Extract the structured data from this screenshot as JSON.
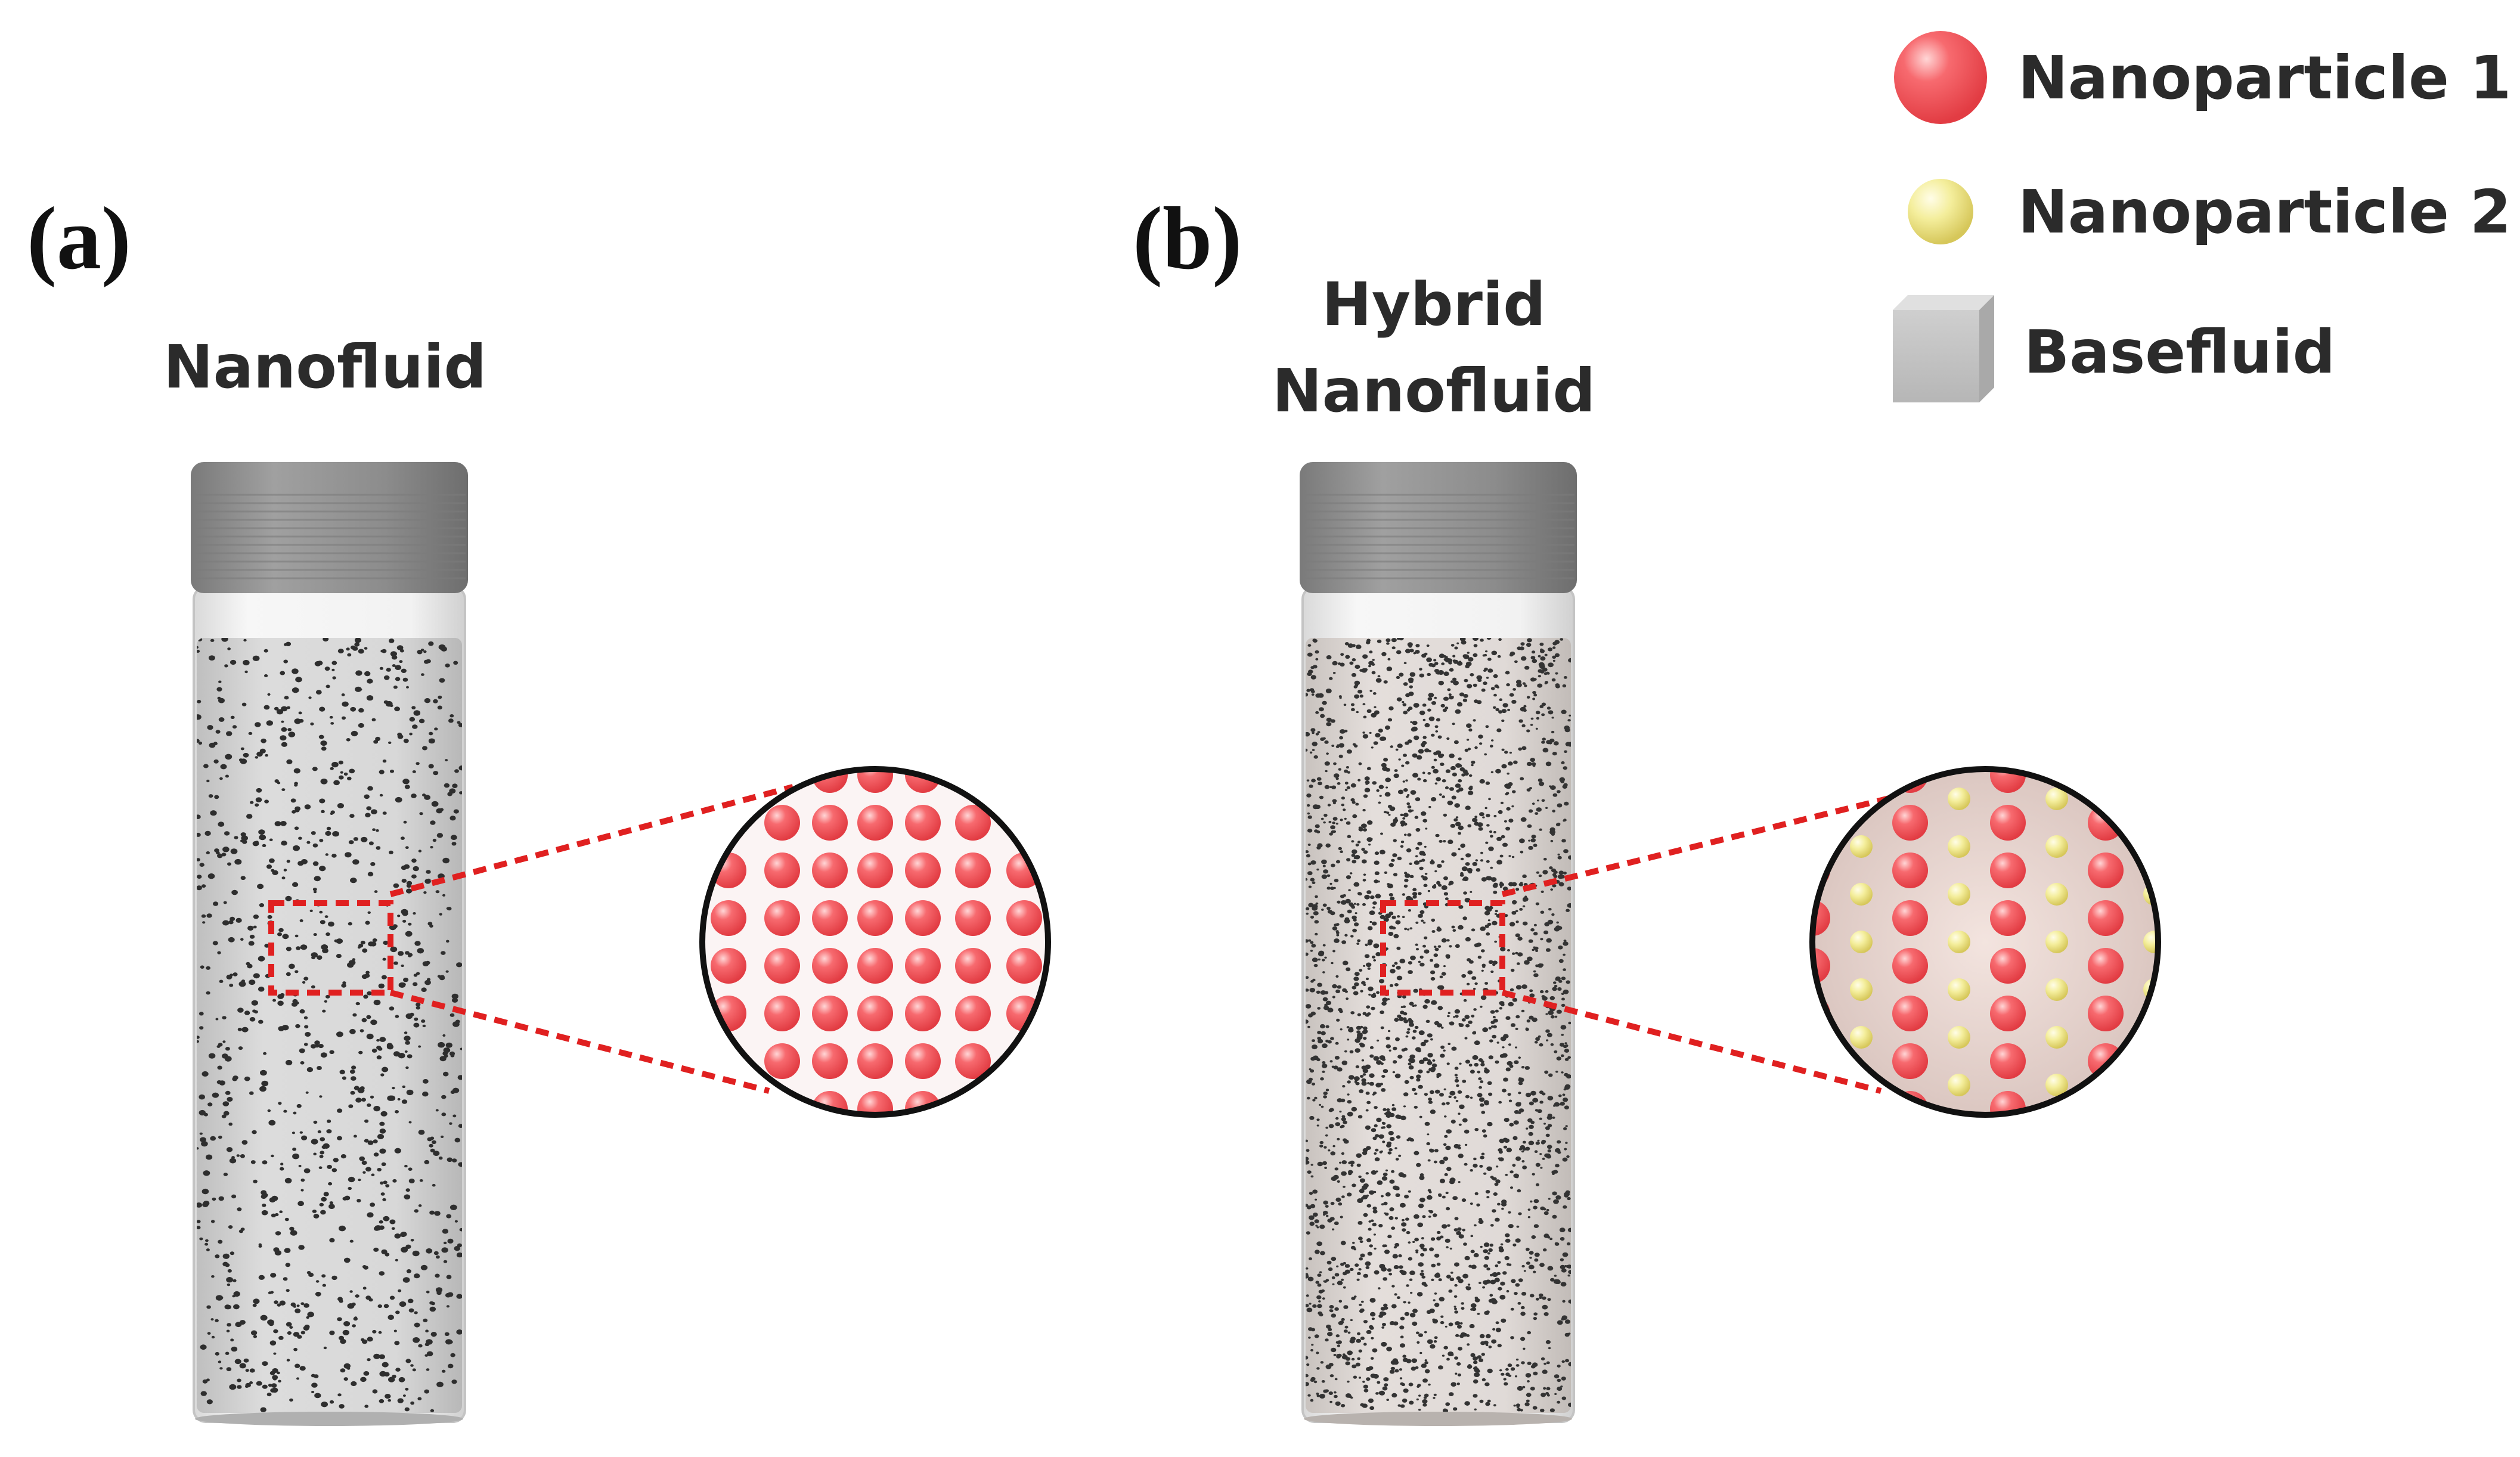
{
  "panels": {
    "a": {
      "label": "(a)",
      "title": "Nanofluid"
    },
    "b": {
      "label": "(b)",
      "title_line1": "Hybrid",
      "title_line2": "Nanofluid"
    }
  },
  "legend": {
    "nanoparticle1": "Nanoparticle 1",
    "nanoparticle2": "Nanoparticle 2",
    "basefluid": "Basefluid"
  },
  "colors": {
    "nanoparticle1": "#f0585e",
    "nanoparticle2": "#f2ec93",
    "basefluid": "#c8c8c8",
    "zoom_outline": "#e02020",
    "cap": "#8a8a8a"
  }
}
